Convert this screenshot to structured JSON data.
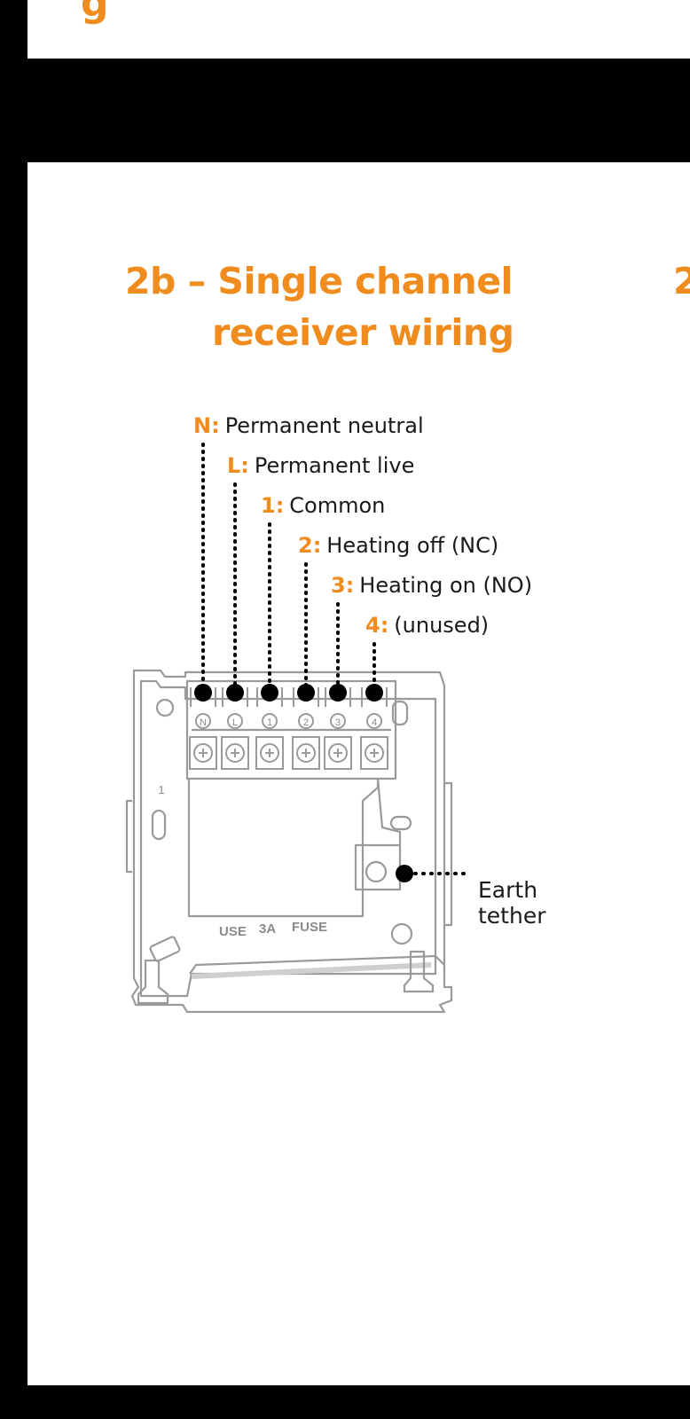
{
  "top_page": {
    "partial_glyph": "g"
  },
  "section": {
    "title_line1": "2b – Single channel",
    "title_line2": "receiver wiring",
    "next_title_glyph": "2"
  },
  "terminals": [
    {
      "key": "N:",
      "desc": "Permanent neutral",
      "symbol": "N"
    },
    {
      "key": "L:",
      "desc": "Permanent live",
      "symbol": "L"
    },
    {
      "key": "1:",
      "desc": "Common",
      "symbol": "1"
    },
    {
      "key": "2:",
      "desc": "Heating off (NC)",
      "symbol": "2"
    },
    {
      "key": "3:",
      "desc": "Heating on (NO)",
      "symbol": "3"
    },
    {
      "key": "4:",
      "desc": "(unused)",
      "symbol": "4"
    }
  ],
  "earth": {
    "line1": "Earth",
    "line2": "tether"
  },
  "plate": {
    "side_number": "1",
    "fuse_label_use": "USE",
    "fuse_label_amps": "3A",
    "fuse_label_fuse": "FUSE"
  },
  "colors": {
    "accent": "#f08b1d",
    "text": "#1a1a1a",
    "line": "#9a9a9a",
    "background": "#000000"
  }
}
